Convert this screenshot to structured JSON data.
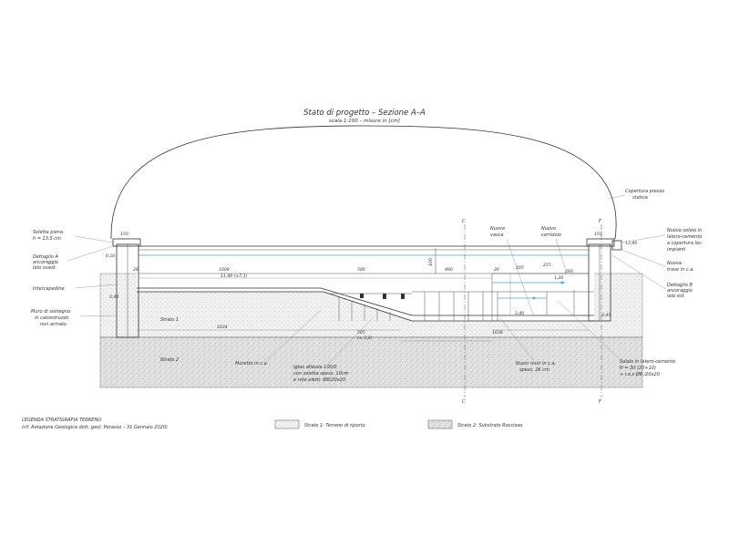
{
  "title": "Stato di progetto – Sezione A–A",
  "subtitle": "scala 1:100 – misure in [cm]",
  "labels": {
    "soletta": "Soletta piena",
    "soletta_h": "h = 13,5 cm",
    "dettaglio_a_1": "Dettaglio A",
    "dettaglio_a_2": "ancoraggio",
    "dettaglio_a_3": "lato ovest",
    "intercapedine": "Intercapedine",
    "muro_1": "Muro di sostegno",
    "muro_2": "in calcestruzzo",
    "muro_3": "non armato",
    "copertura_1": "Copertura presso",
    "copertura_2": "statica",
    "solaio_1": "Nuovo solaio in",
    "solaio_2": "latero-cemento",
    "solaio_3": "a copertura loc.",
    "solaio_4": "impianti",
    "trave_1": "Nuova",
    "trave_2": "trave in c.a.",
    "dettaglio_b_1": "Dettaglio B",
    "dettaglio_b_2": "ancoraggio",
    "dettaglio_b_3": "lato est",
    "vasca_1": "Nuova",
    "vasca_2": "vasca",
    "corridoio_1": "Nuovo",
    "corridoio_2": "corridoio",
    "strato1": "Strato 1",
    "strato2": "Strato 2",
    "muretto": "Muretto in c.a.",
    "igloo_1": "Igloo altezza 100/0",
    "igloo_2": "con soletta spess. 10cm",
    "igloo_3": "e rete elettr. Ø8/20x20",
    "muri_1": "Nuovi muri in c.a.",
    "muri_2": "spess. 26 cm",
    "solaio_latero_1": "Solaio in latero-cemento",
    "solaio_latero_2": "H = 30 (20+10)",
    "solaio_latero_3": "+ r.e.s Ø8 /20x20"
  },
  "section_marks": {
    "c": "C",
    "f": "F"
  },
  "dimensions": {
    "d150a": "150",
    "d150b": "150",
    "d1008": "1008",
    "d1100": "11,40 (±7,1)",
    "d506": "506",
    "d490": "490",
    "d100": "100",
    "d26": "26",
    "d205": "205",
    "d215": "215",
    "d290": "290",
    "d1034": "1034",
    "d505": "505",
    "d505b": "(± 3,3)",
    "d1038": "1038",
    "d120": "1,20",
    "d045": "0,45",
    "d044": "0,44",
    "d340": "3,40",
    "d1346": "13,46",
    "d26b": "26",
    "d010": "0,10"
  },
  "legend": {
    "heading": "LEGENDA STRATIGRAFIA TERRENO",
    "ref": "(rif. Relazione Geologica dott. geol. Perasso – 31 Gennaio 2020)",
    "item1": "Strato 1: Terreno di riporto",
    "item2": "Strato 2: Substrato Roccioso"
  },
  "colors": {
    "line": "#333333",
    "water": "#4aa3d8",
    "fill_light": "#ececec",
    "fill_dark": "#dedede"
  }
}
